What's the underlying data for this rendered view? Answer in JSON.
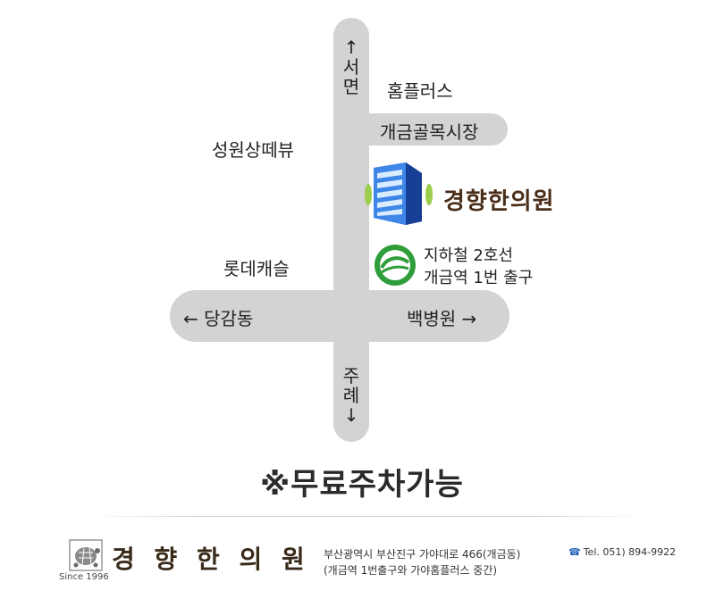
{
  "roads": {
    "north_label": [
      "↑",
      "서",
      "면"
    ],
    "south_label": [
      "주",
      "례",
      "↓"
    ],
    "west_label": "← 당감동",
    "east_label": "백병원 →",
    "branch_label": "개금골목시장"
  },
  "landmarks": {
    "homeplus": "홈플러스",
    "seongwon": "성원상떼뷰",
    "lotte": "롯데캐슬"
  },
  "clinic_name": "경향한의원",
  "subway": {
    "line1": "지하철 2호선",
    "line2": "개금역 1번 출구"
  },
  "parking": "※무료주차가능",
  "footer": {
    "name": "경 향 한 의 원",
    "since": "Since 1996",
    "address1": "부산광역시 부산진구 가야대로 466(개금동)",
    "address2": "(개금역 1번출구와 가야홈플러스 중간)",
    "tel": "Tel. 051) 894-9922"
  },
  "colors": {
    "road": "#d3d3d3",
    "clinic_text": "#4a2e1a",
    "subway_green": "#2f9e3a",
    "building_blue": "#2b6fd6"
  }
}
